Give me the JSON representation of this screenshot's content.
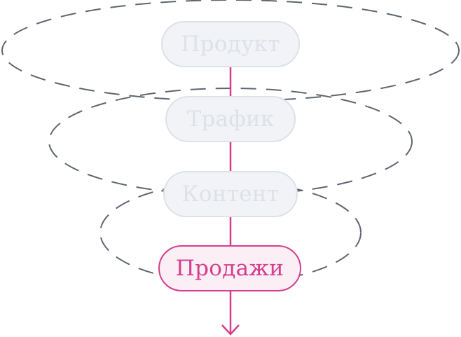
{
  "stages": [
    {
      "label": "Продукт",
      "state": "inactive"
    },
    {
      "label": "Трафик",
      "state": "inactive"
    },
    {
      "label": "Контент",
      "state": "inactive"
    },
    {
      "label": "Продажи",
      "state": "active"
    }
  ],
  "colors": {
    "accent": "#d43f8d",
    "inactive_fill": "#f2f3f6",
    "inactive_text": "#dde1e8",
    "ring_stroke": "#5f6570"
  }
}
